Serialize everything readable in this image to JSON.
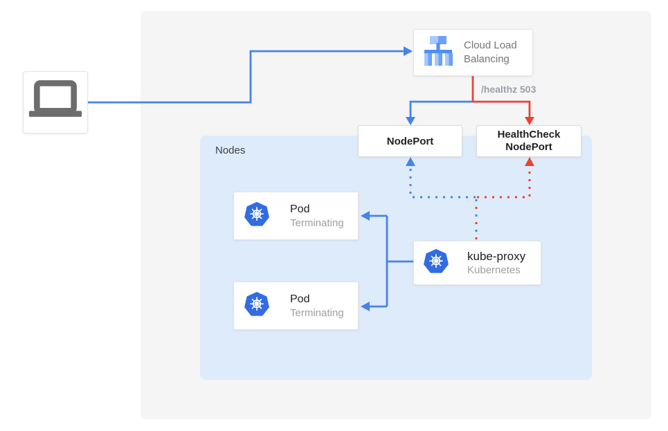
{
  "colors": {
    "accent_blue": "#4683ea",
    "accent_red": "#e84333",
    "kubernetes_blue": "#326ce5",
    "load_balancer_blue_light": "#a6c8fc",
    "load_balancer_blue_mid": "#6ca0f8",
    "load_balancer_blue_dark": "#4f8df7",
    "nodes_background": "#deebfa",
    "panel_background": "#f5f5f6",
    "icon_gray": "#6d6d6d",
    "muted_text": "#9e9e9e",
    "dark_text": "#212121"
  },
  "client": {
    "icon": "laptop-icon"
  },
  "cloud_load_balancing": {
    "icon": "load-balancer-icon",
    "label_line1": "Cloud Load",
    "label_line2": "Balancing"
  },
  "edge_label": {
    "healthz": "/healthz 503"
  },
  "nodes_group": {
    "label": "Nodes"
  },
  "nodeport": {
    "label": "NodePort"
  },
  "healthcheck_nodeport": {
    "label_line1": "HealthCheck",
    "label_line2": "NodePort"
  },
  "pods": [
    {
      "icon": "kubernetes-icon",
      "title": "Pod",
      "subtitle": "Terminating"
    },
    {
      "icon": "kubernetes-icon",
      "title": "Pod",
      "subtitle": "Terminating"
    }
  ],
  "kube_proxy": {
    "icon": "kubernetes-icon",
    "title": "kube-proxy",
    "subtitle": "Kubernetes"
  }
}
